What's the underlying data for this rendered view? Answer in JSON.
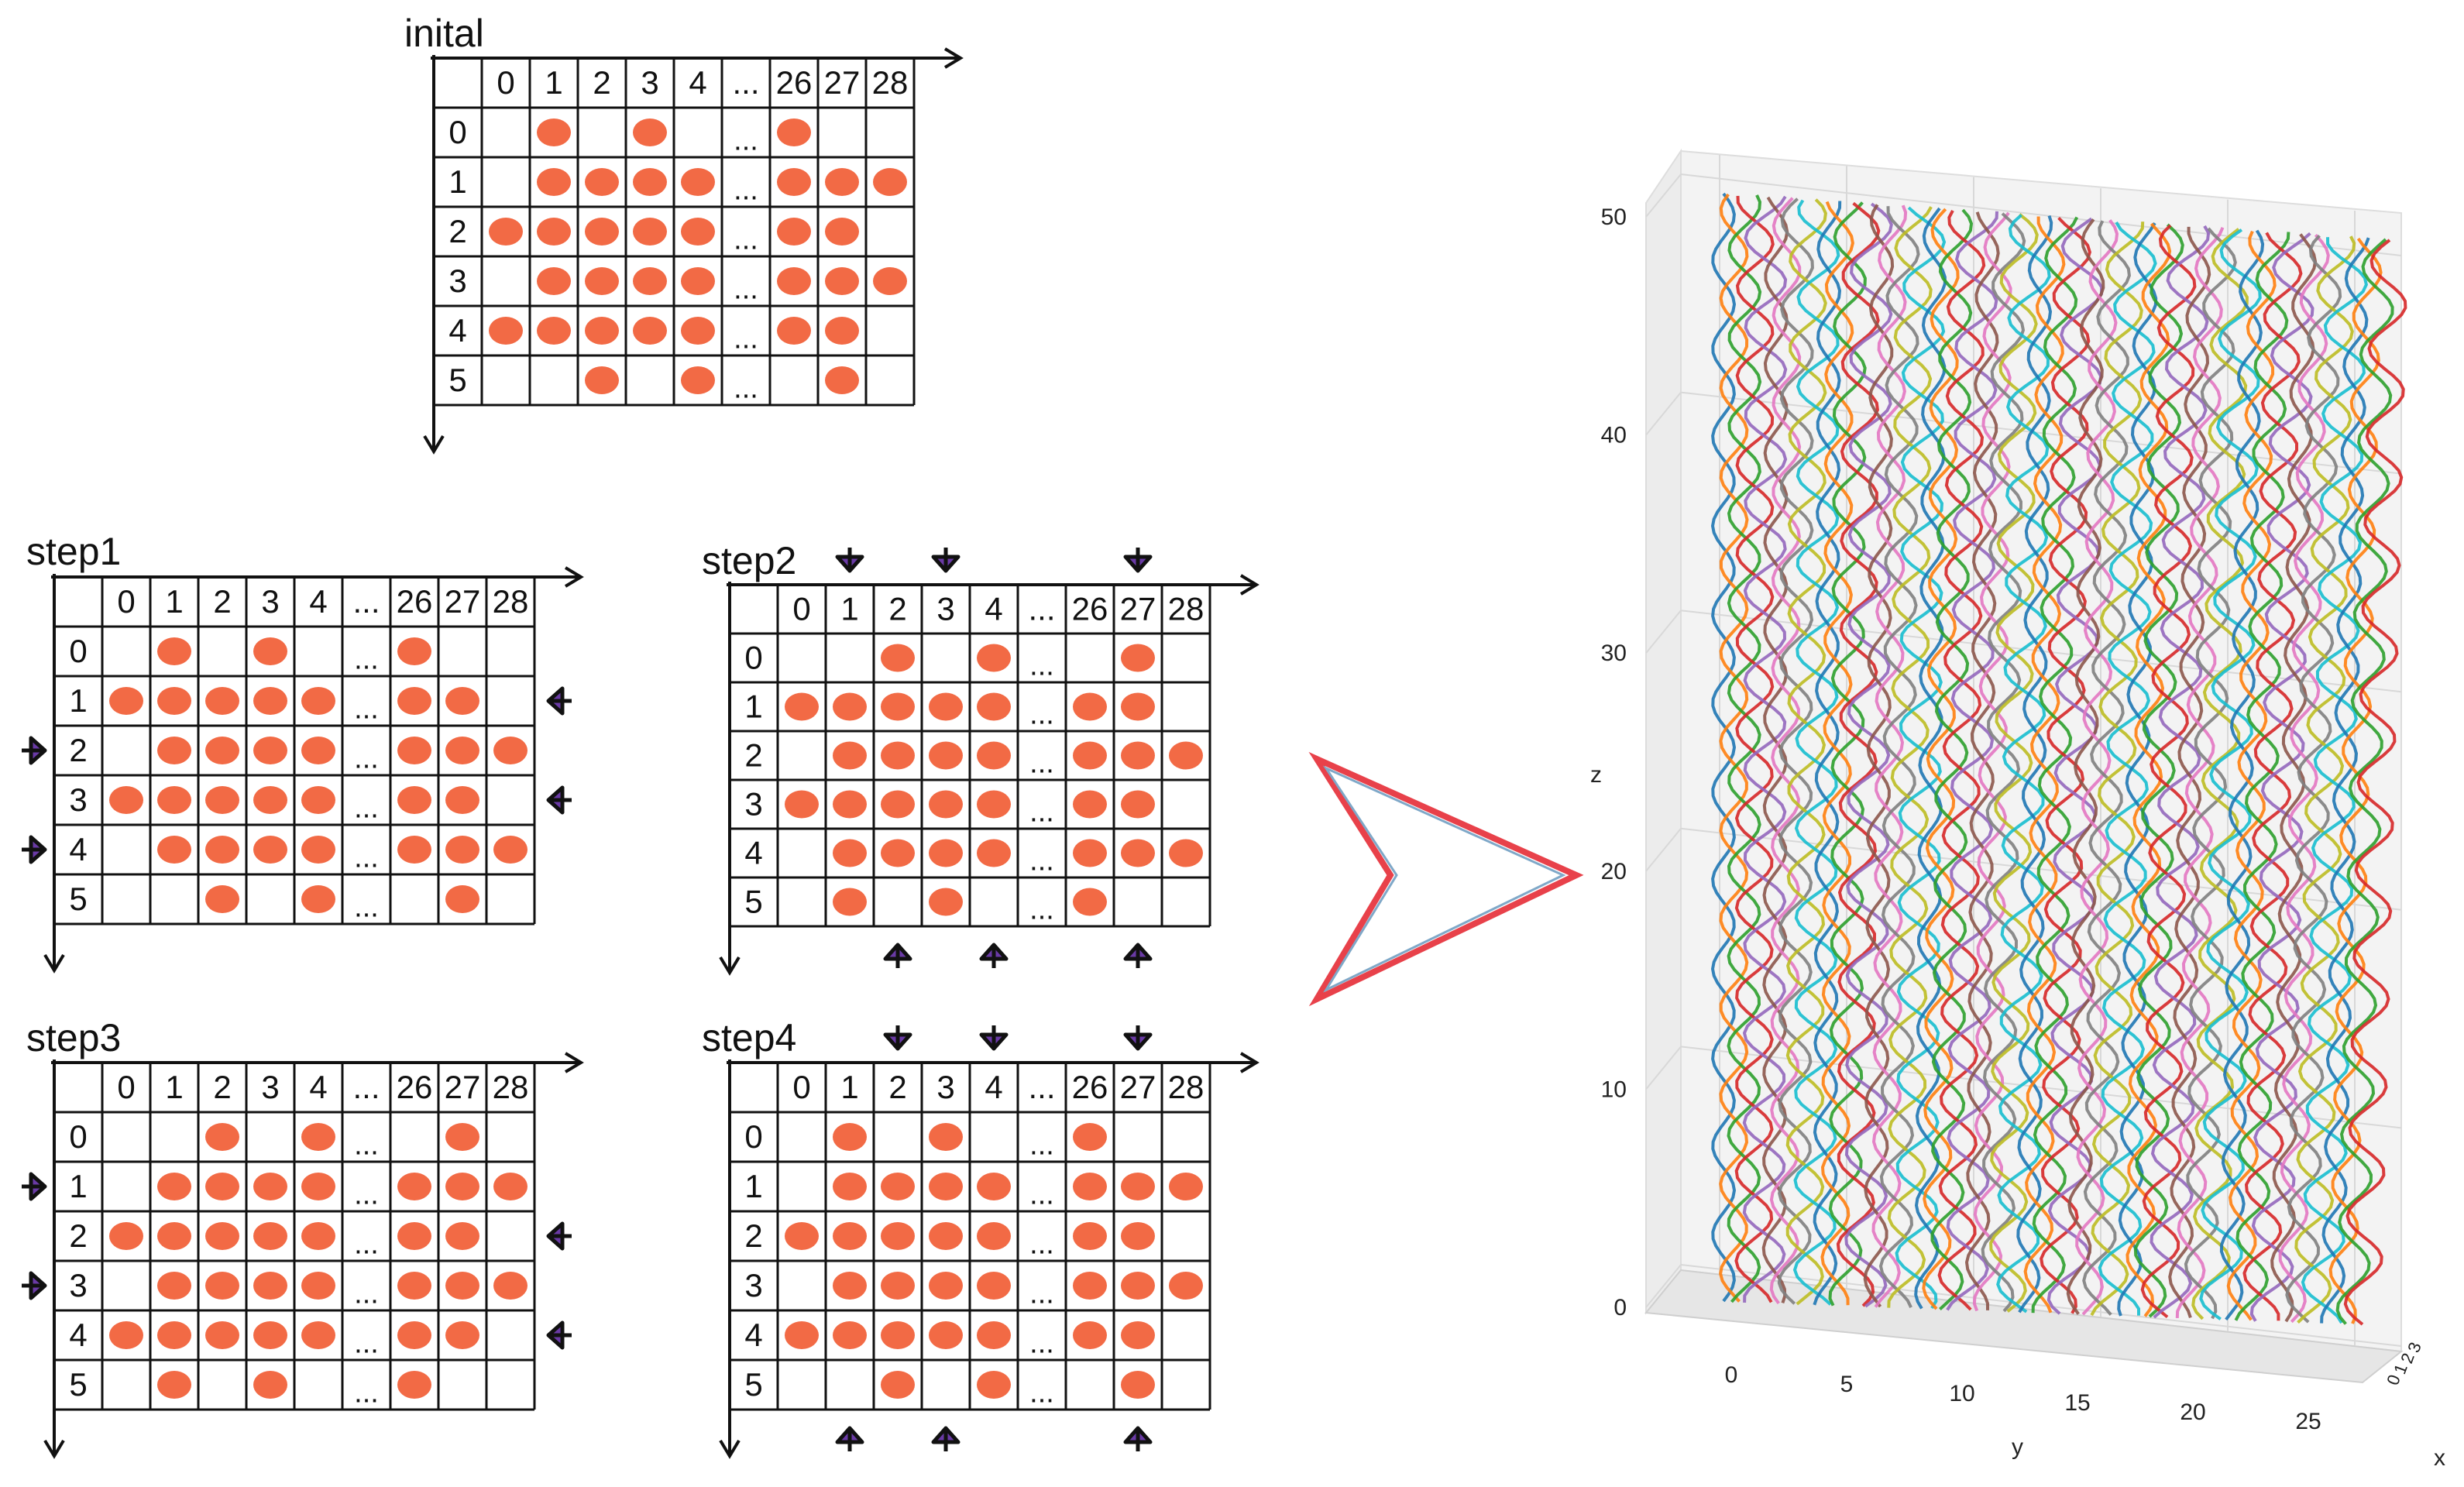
{
  "grid_columns": [
    "0",
    "1",
    "2",
    "3",
    "4",
    "...",
    "26",
    "27",
    "28"
  ],
  "grid_rows": [
    "0",
    "1",
    "2",
    "3",
    "4",
    "5"
  ],
  "ellipsis": "...",
  "colors": {
    "dot": "#f26a45",
    "grid": "#111111",
    "arrow_fill": "#6a3aa6",
    "chevron_outer": "#e8414a",
    "chevron_inner": "#7fa8c8"
  },
  "panels": [
    {
      "id": "inital",
      "title": "inital",
      "dots": [
        [
          2,
          4,
          7
        ],
        [
          2,
          3,
          4,
          5,
          7,
          8,
          9
        ],
        [
          1,
          2,
          3,
          4,
          5,
          7,
          8
        ],
        [
          2,
          3,
          4,
          5,
          7,
          8,
          9
        ],
        [
          1,
          2,
          3,
          4,
          5,
          7,
          8
        ],
        [
          3,
          5,
          8
        ]
      ],
      "arrows_left": [],
      "arrows_right": [],
      "arrows_top": [],
      "arrows_bottom": []
    },
    {
      "id": "step1",
      "title": "step1",
      "dots": [
        [
          2,
          4,
          7
        ],
        [
          1,
          2,
          3,
          4,
          5,
          7,
          8
        ],
        [
          2,
          3,
          4,
          5,
          7,
          8,
          9
        ],
        [
          1,
          2,
          3,
          4,
          5,
          7,
          8
        ],
        [
          2,
          3,
          4,
          5,
          7,
          8,
          9
        ],
        [
          3,
          5,
          8
        ]
      ],
      "arrows_left": [
        2,
        4
      ],
      "arrows_right": [
        1,
        3
      ],
      "arrows_top": [],
      "arrows_bottom": []
    },
    {
      "id": "step2",
      "title": "step2",
      "dots": [
        [
          3,
          5,
          8
        ],
        [
          1,
          2,
          3,
          4,
          5,
          7,
          8
        ],
        [
          2,
          3,
          4,
          5,
          7,
          8,
          9
        ],
        [
          1,
          2,
          3,
          4,
          5,
          7,
          8
        ],
        [
          2,
          3,
          4,
          5,
          7,
          8,
          9
        ],
        [
          2,
          4,
          7
        ]
      ],
      "arrows_left": [],
      "arrows_right": [],
      "arrows_top": [
        2,
        4,
        8
      ],
      "arrows_bottom": [
        3,
        5,
        8
      ]
    },
    {
      "id": "step3",
      "title": "step3",
      "dots": [
        [
          3,
          5,
          8
        ],
        [
          2,
          3,
          4,
          5,
          7,
          8,
          9
        ],
        [
          1,
          2,
          3,
          4,
          5,
          7,
          8
        ],
        [
          2,
          3,
          4,
          5,
          7,
          8,
          9
        ],
        [
          1,
          2,
          3,
          4,
          5,
          7,
          8
        ],
        [
          2,
          4,
          7
        ]
      ],
      "arrows_left": [
        1,
        3
      ],
      "arrows_right": [
        2,
        4
      ],
      "arrows_top": [],
      "arrows_bottom": []
    },
    {
      "id": "step4",
      "title": "step4",
      "dots": [
        [
          2,
          4,
          7
        ],
        [
          2,
          3,
          4,
          5,
          7,
          8,
          9
        ],
        [
          1,
          2,
          3,
          4,
          5,
          7,
          8
        ],
        [
          2,
          3,
          4,
          5,
          7,
          8,
          9
        ],
        [
          1,
          2,
          3,
          4,
          5,
          7,
          8
        ],
        [
          3,
          5,
          8
        ]
      ],
      "arrows_left": [],
      "arrows_right": [],
      "arrows_top": [
        3,
        5,
        8
      ],
      "arrows_bottom": [
        2,
        4,
        8
      ]
    }
  ],
  "plot3d": {
    "z_label": "z",
    "y_label": "y",
    "x_label": "x",
    "z_ticks": [
      "0",
      "10",
      "20",
      "30",
      "40",
      "50"
    ],
    "y_ticks": [
      "0",
      "5",
      "10",
      "15",
      "20",
      "25"
    ],
    "x_ticks": [
      "0",
      "1",
      "2",
      "3"
    ],
    "line_colors": [
      "#1f77b4",
      "#ff7f0e",
      "#2ca02c",
      "#d62728",
      "#9467bd",
      "#8c564b",
      "#e377c2",
      "#7f7f7f",
      "#bcbd22",
      "#17becf"
    ]
  }
}
